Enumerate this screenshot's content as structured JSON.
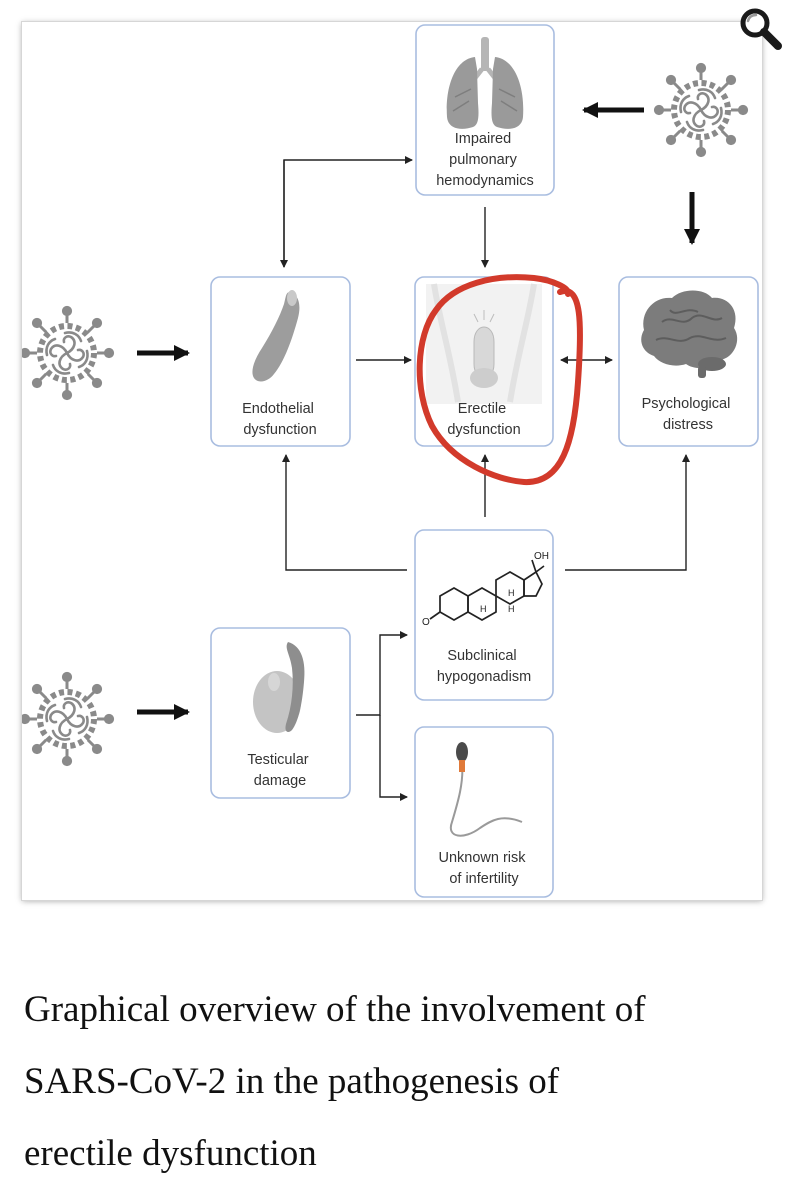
{
  "figure": {
    "nodes": {
      "pulmonary": [
        "Impaired",
        "pulmonary",
        "hemodynamics"
      ],
      "endothelial": [
        "Endothelial",
        "dysfunction"
      ],
      "erectile": [
        "Erectile",
        "dysfunction"
      ],
      "psychological": [
        "Psychological",
        "distress"
      ],
      "hypogonadism": [
        "Subclinical",
        "hypogonadism"
      ],
      "testicular": [
        "Testicular",
        "damage"
      ],
      "infertility": [
        "Unknown risk",
        "of infertility"
      ]
    },
    "steroid_label": "OH",
    "steroid_h": "H",
    "steroid_o": "O",
    "colors": {
      "box_border": "#a9bde0",
      "arrow": "#222222",
      "highlight": "#d23a2b",
      "virus": "#8a8a8a"
    },
    "icons": {
      "zoom": "magnifier-icon",
      "virus": "virus-icon",
      "lungs": "lungs-icon",
      "vessel": "blood-vessel-icon",
      "pelvis": "pelvis-icon",
      "brain": "brain-icon",
      "steroid": "testosterone-molecule-icon",
      "testis": "testis-icon",
      "sperm": "sperm-icon"
    }
  },
  "caption": {
    "lines": [
      "Graphical overview of the involvement of",
      "SARS-CoV-2 in the pathogenesis of",
      "erectile dysfunction"
    ]
  }
}
